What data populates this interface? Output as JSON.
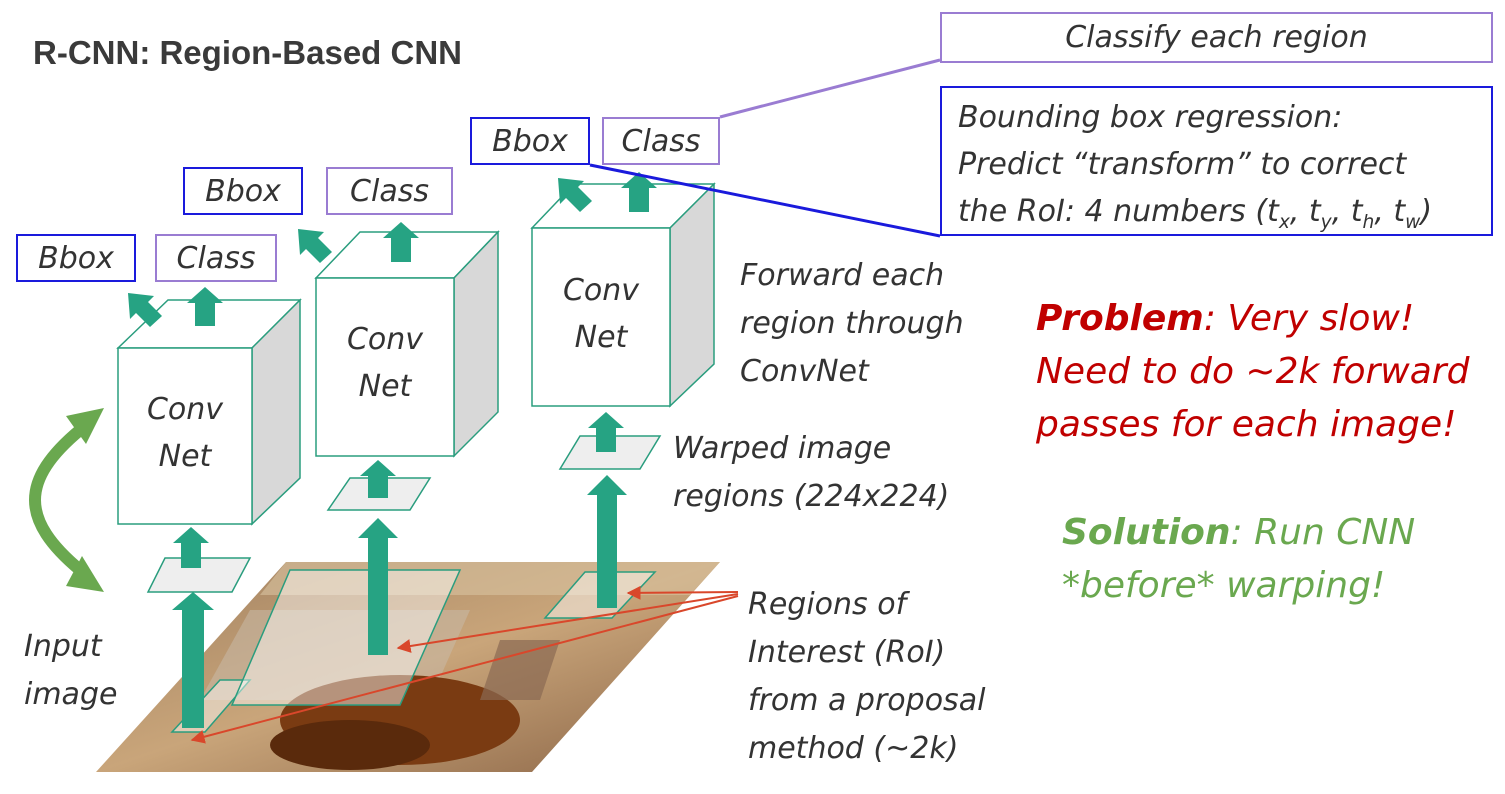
{
  "title": "R-CNN: Region-Based CNN",
  "heads": {
    "bbox_label": "Bbox",
    "class_label": "Class"
  },
  "convnet": {
    "line1": "Conv",
    "line2": "Net"
  },
  "labels": {
    "input_image": [
      "Input",
      "image"
    ],
    "forward_each": [
      "Forward each",
      "region through",
      "ConvNet"
    ],
    "warped": [
      "Warped image",
      "regions (224x224)"
    ],
    "regions_of_interest": [
      "Regions of",
      "Interest (RoI)",
      "from a proposal",
      "method (~2k)"
    ]
  },
  "callouts": {
    "classify": "Classify each region",
    "bbox_regression_line1": "Bounding box regression:",
    "bbox_regression_line2": "Predict “transform” to correct",
    "bbox_regression_line3_prefix": "the RoI: 4 numbers (",
    "params": [
      "t",
      "x",
      "t",
      "y",
      "t",
      "h",
      "t",
      "w"
    ],
    "bbox_regression_line3_suffix": ")"
  },
  "problem": {
    "bold": "Problem",
    "line1_rest": ": Very slow!",
    "line2": "Need to do ~2k forward",
    "line3": "passes for each image!"
  },
  "solution": {
    "bold": "Solution",
    "line1_rest": ": Run CNN",
    "line2": "*before* warping!"
  },
  "colors": {
    "teal": "#26a383",
    "green_arrow": "#6aa84f",
    "blue_border": "#1a1adc",
    "purple_border": "#9a7cd2",
    "red_text": "#c00000",
    "green_text": "#6aa84f",
    "roi_arrow": "#d9472b"
  }
}
